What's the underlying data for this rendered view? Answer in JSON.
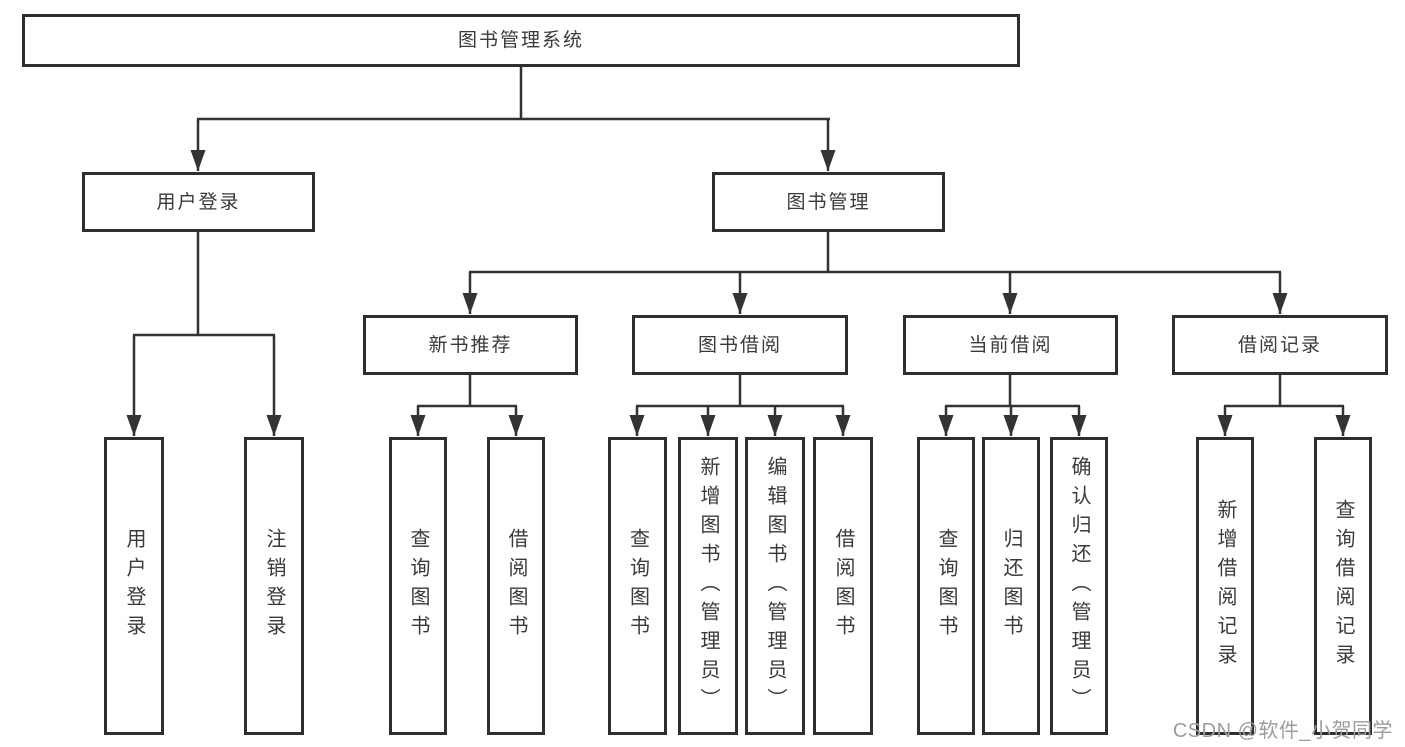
{
  "diagram": {
    "type": "hierarchy-tree",
    "title": "图书管理系统"
  },
  "nodes": {
    "root": "图书管理系统",
    "l2": [
      "用户登录",
      "图书管理"
    ],
    "l3": [
      "新书推荐",
      "图书借阅",
      "当前借阅",
      "借阅记录"
    ],
    "leaves": [
      "用户登录",
      "注销登录",
      "查询图书",
      "借阅图书",
      "查询图书",
      "新增图书（管理员）",
      "编辑图书（管理员）",
      "借阅图书",
      "查询图书",
      "归还图书",
      "确认归还（管理员）",
      "新增借阅记录",
      "查询借阅记录"
    ]
  },
  "tree": {
    "root": "图书管理系统",
    "children": [
      {
        "label": "用户登录",
        "children": [
          "用户登录",
          "注销登录"
        ]
      },
      {
        "label": "图书管理",
        "children": [
          {
            "label": "新书推荐",
            "children": [
              "查询图书",
              "借阅图书"
            ]
          },
          {
            "label": "图书借阅",
            "children": [
              "查询图书",
              "新增图书（管理员）",
              "编辑图书（管理员）",
              "借阅图书"
            ]
          },
          {
            "label": "当前借阅",
            "children": [
              "查询图书",
              "归还图书",
              "确认归还（管理员）"
            ]
          },
          {
            "label": "借阅记录",
            "children": [
              "新增借阅记录",
              "查询借阅记录"
            ]
          }
        ]
      }
    ]
  },
  "watermark": "CSDN @软件_小贺同学",
  "colors": {
    "background": "#ffffff",
    "box_border": "#2e2e2e",
    "box_fill": "#ffffff",
    "line": "#333333",
    "text": "#3a3a3a",
    "watermark": "#9c9c9c"
  }
}
